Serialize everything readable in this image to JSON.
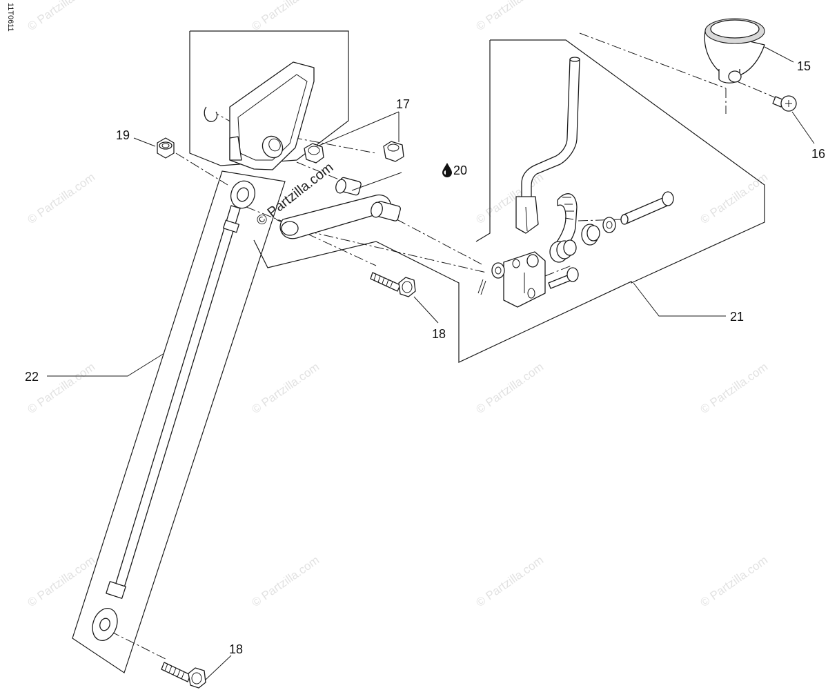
{
  "diagram_code": "11T0611",
  "watermark": "© Partzilla.com",
  "callouts": {
    "c15": "15",
    "c16": "16",
    "c17": "17",
    "c18_bolt": "18",
    "c18_bottom": "18",
    "c19": "19",
    "c20": "20",
    "c21": "21",
    "c22": "22"
  },
  "icons": {
    "oil_drop": "oil-drop-icon"
  }
}
